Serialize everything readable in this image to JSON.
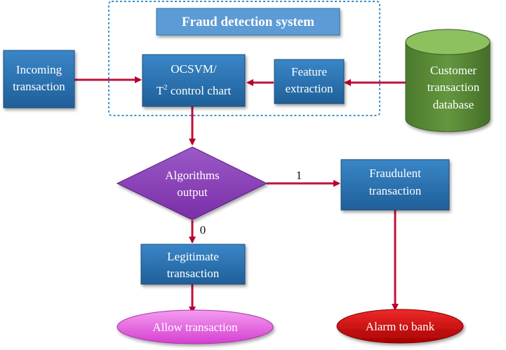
{
  "diagram": {
    "title": "Fraud detection system",
    "nodes": {
      "incoming": {
        "lines": [
          "Incoming",
          "transaction"
        ]
      },
      "ocsvm": {
        "line1": "OCSVM/",
        "line2_prefix": "T",
        "line2_sup": "2",
        "line2_suffix": " control chart"
      },
      "feature": {
        "lines": [
          "Feature",
          "extraction"
        ]
      },
      "database": {
        "lines": [
          "Customer",
          "transaction",
          "database"
        ]
      },
      "decision": {
        "lines": [
          "Algorithms",
          "output"
        ]
      },
      "fraudulent": {
        "lines": [
          "Fraudulent",
          "transaction"
        ]
      },
      "legitimate": {
        "lines": [
          "Legitimate",
          "transaction"
        ]
      },
      "allow": {
        "label": "Allow transaction"
      },
      "alarm": {
        "label": "Alarm to bank"
      }
    },
    "edges": {
      "decision_to_fraudulent": "1",
      "decision_to_legitimate": "0"
    },
    "colors": {
      "box_blue": "#2e75b6",
      "title_blue": "#5b9bd5",
      "database_green": "#548235",
      "database_top": "#70ad47",
      "decision_purple": "#7030a0",
      "allow_pink": "#e14ed6",
      "alarm_red": "#d00000",
      "arrow": "#c00000"
    }
  }
}
